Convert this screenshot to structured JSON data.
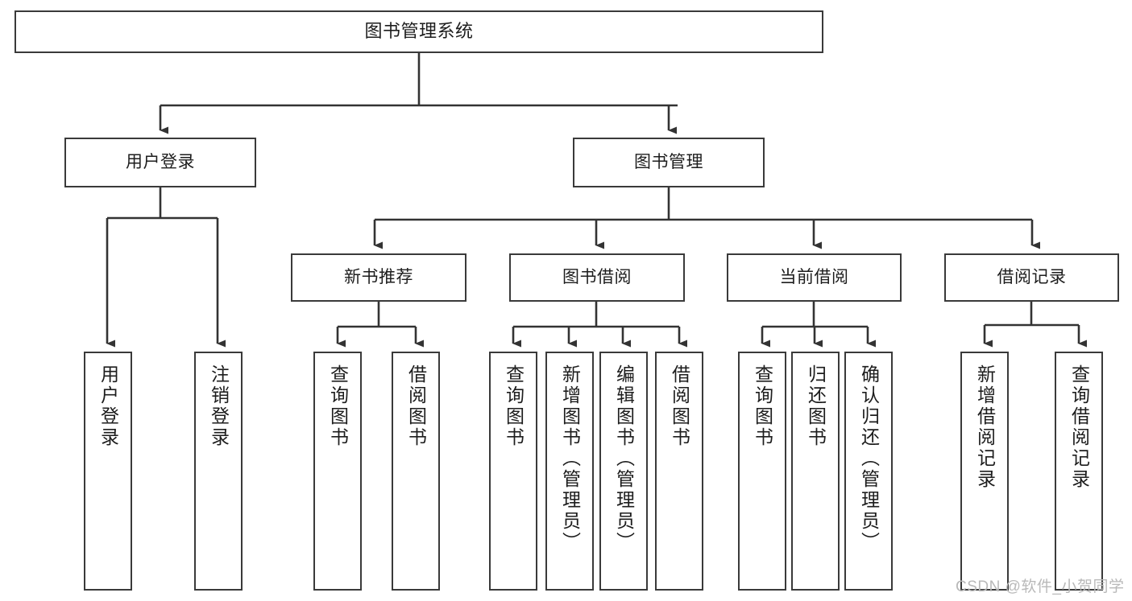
{
  "diagram": {
    "title": "图书管理系统",
    "type": "hierarchy-tree",
    "watermark": "CSDN @软件_小贺同学",
    "colors": {
      "box_border": "#3a3a3a",
      "box_fill": "#ffffff",
      "connector": "#333333",
      "text": "#1d1d1d",
      "watermark": "#b9b9b9"
    },
    "nodes": {
      "root": {
        "label": "图书管理系统"
      },
      "level1": [
        {
          "label": "用户登录"
        },
        {
          "label": "图书管理"
        }
      ],
      "level2": [
        {
          "label": "新书推荐"
        },
        {
          "label": "图书借阅"
        },
        {
          "label": "当前借阅"
        },
        {
          "label": "借阅记录"
        }
      ],
      "leaves_user_login": [
        {
          "label": "用户登录"
        },
        {
          "label": "注销登录"
        }
      ],
      "leaves_new_book": [
        {
          "label": "查询图书"
        },
        {
          "label": "借阅图书"
        }
      ],
      "leaves_borrow": [
        {
          "label": "查询图书"
        },
        {
          "label": "新增图书（管理员）"
        },
        {
          "label": "编辑图书（管理员）"
        },
        {
          "label": "借阅图书"
        }
      ],
      "leaves_current": [
        {
          "label": "查询图书"
        },
        {
          "label": "归还图书"
        },
        {
          "label": "确认归还（管理员）"
        }
      ],
      "leaves_record": [
        {
          "label": "新增借阅记录"
        },
        {
          "label": "查询借阅记录"
        }
      ]
    }
  }
}
